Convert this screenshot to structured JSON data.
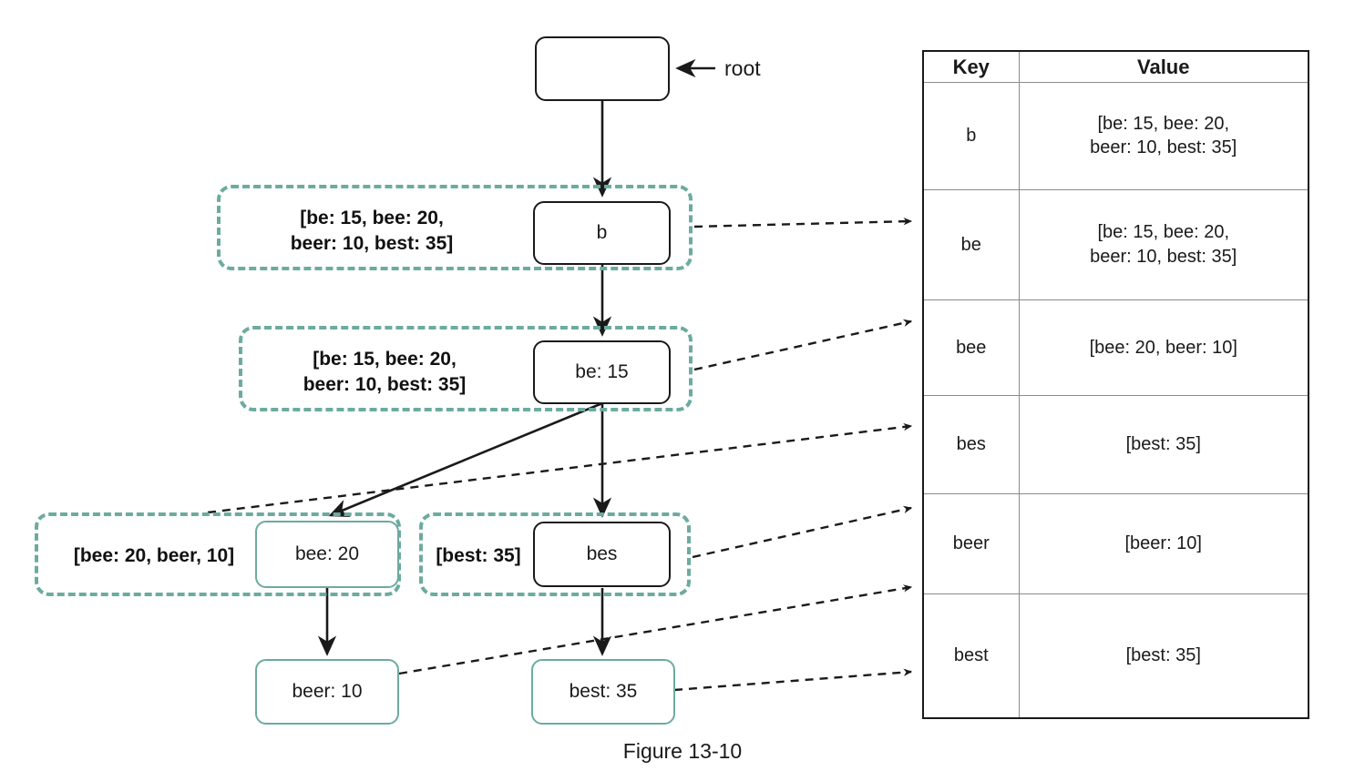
{
  "figure": {
    "caption": "Figure 13-10",
    "root_label": "root"
  },
  "colors": {
    "node_border": "#1a1a1a",
    "node_border_teal": "#6cab9f",
    "group_dash": "#6cab9f",
    "table_outer_border": "#1a1a1a",
    "table_inner_border": "#8c8c8c",
    "text": "#1a1a1a"
  },
  "trie": {
    "nodes": [
      {
        "id": "root",
        "label": "",
        "border": "black"
      },
      {
        "id": "b",
        "label": "b",
        "border": "black"
      },
      {
        "id": "be",
        "label": "be: 15",
        "border": "black"
      },
      {
        "id": "bee",
        "label": "bee: 20",
        "border": "teal"
      },
      {
        "id": "bes",
        "label": "bes",
        "border": "black"
      },
      {
        "id": "beer",
        "label": "beer: 10",
        "border": "teal"
      },
      {
        "id": "best",
        "label": "best: 35",
        "border": "teal"
      }
    ],
    "annotations": [
      {
        "id": "ann-b",
        "text": "[be: 15, bee: 20,\nbeer: 10, best: 35]"
      },
      {
        "id": "ann-be",
        "text": "[be: 15, bee: 20,\nbeer: 10, best: 35]"
      },
      {
        "id": "ann-bee",
        "text": "[bee: 20, beer, 10]"
      },
      {
        "id": "ann-bes",
        "text": "[best: 35]"
      }
    ]
  },
  "table": {
    "headers": [
      "Key",
      "Value"
    ],
    "rows": [
      {
        "key": "b",
        "value": "[be: 15, bee: 20,\nbeer: 10, best: 35]"
      },
      {
        "key": "be",
        "value": "[be: 15, bee: 20,\nbeer: 10, best: 35]"
      },
      {
        "key": "bee",
        "value": "[bee: 20, beer: 10]"
      },
      {
        "key": "bes",
        "value": "[best: 35]"
      },
      {
        "key": "beer",
        "value": "[beer: 10]"
      },
      {
        "key": "best",
        "value": "[best: 35]"
      }
    ]
  }
}
